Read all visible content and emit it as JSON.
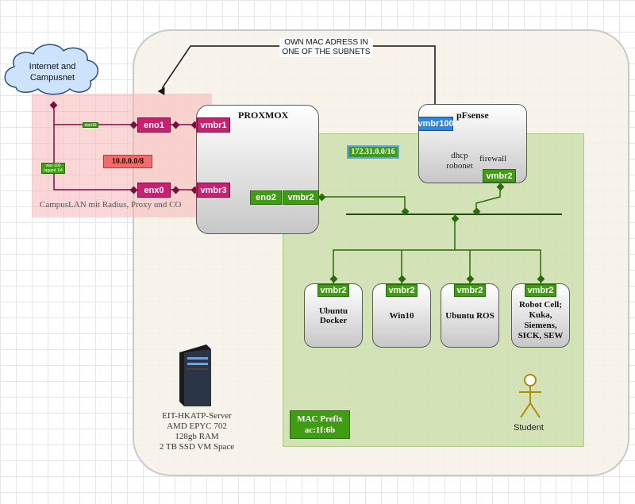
{
  "cloud": {
    "line1": "Internet and",
    "line2": "Campusnet"
  },
  "annotation": {
    "line1": "OWN MAC ADRESS IN",
    "line2": "ONE OF THE SUBNETS"
  },
  "campus": {
    "label": "CampusLAN mit Radius, Proxy und CO",
    "subnet": "10.0.0.0/8",
    "tag_top": "vlan10",
    "tag_mid1": "vlan 100",
    "tag_mid2": "tagged 1/4"
  },
  "proxmox": {
    "title": "PROXMOX",
    "eno1": "eno1",
    "enx0": "enx0",
    "vmbr1": "vmbr1",
    "vmbr3": "vmbr3",
    "eno2": "eno2",
    "vmbr2": "vmbr2"
  },
  "student_net": {
    "subnet": "172.31.0.0/16",
    "mac_line1": "MAC Prefix",
    "mac_line2": "ac:1f:6b"
  },
  "pfsense": {
    "title": "pFsense",
    "vmbr100": "vmbr100",
    "vmbr2": "vmbr2",
    "dhcp_line1": "dhcp",
    "dhcp_line2": "robonet",
    "firewall": "firewall"
  },
  "vms": [
    {
      "port": "vmbr2",
      "line1": "Ubuntu",
      "line2": "Docker",
      "line3": "",
      "line4": ""
    },
    {
      "port": "vmbr2",
      "line1": "Win10",
      "line2": "",
      "line3": "",
      "line4": ""
    },
    {
      "port": "vmbr2",
      "line1": "Ubuntu ROS",
      "line2": "",
      "line3": "",
      "line4": ""
    },
    {
      "port": "vmbr2",
      "line1": "Robot Cell;",
      "line2": "Kuka,",
      "line3": "Siemens,",
      "line4": "SICK, SEW"
    }
  ],
  "server": {
    "line1": "EIT-HKATP-Server",
    "line2": "AMD EPYC 702",
    "line3": "128gb RAM",
    "line4": "2 TB SSD VM Space"
  },
  "student": {
    "label": "Student"
  },
  "colors": {
    "pink": "#cc1f72",
    "green": "#3f9c13",
    "blue": "#2f86e0",
    "subnet_red": "#f26b6b"
  }
}
